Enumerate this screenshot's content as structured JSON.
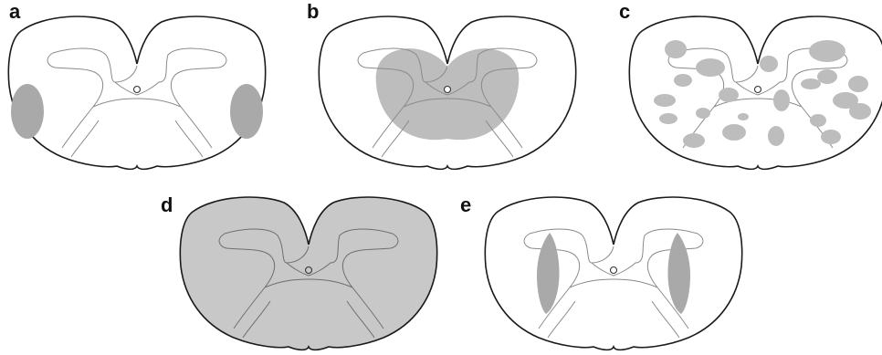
{
  "panels": [
    {
      "id": "a",
      "label": "a"
    },
    {
      "id": "b",
      "label": "b"
    },
    {
      "id": "c",
      "label": "c"
    },
    {
      "id": "d",
      "label": "d"
    },
    {
      "id": "e",
      "label": "e"
    }
  ],
  "colors": {
    "outline": "#1a1a1a",
    "gray_matter_line": "#8a8a8a",
    "lesion_fill": "#bdbdbd",
    "background": "#ffffff"
  }
}
